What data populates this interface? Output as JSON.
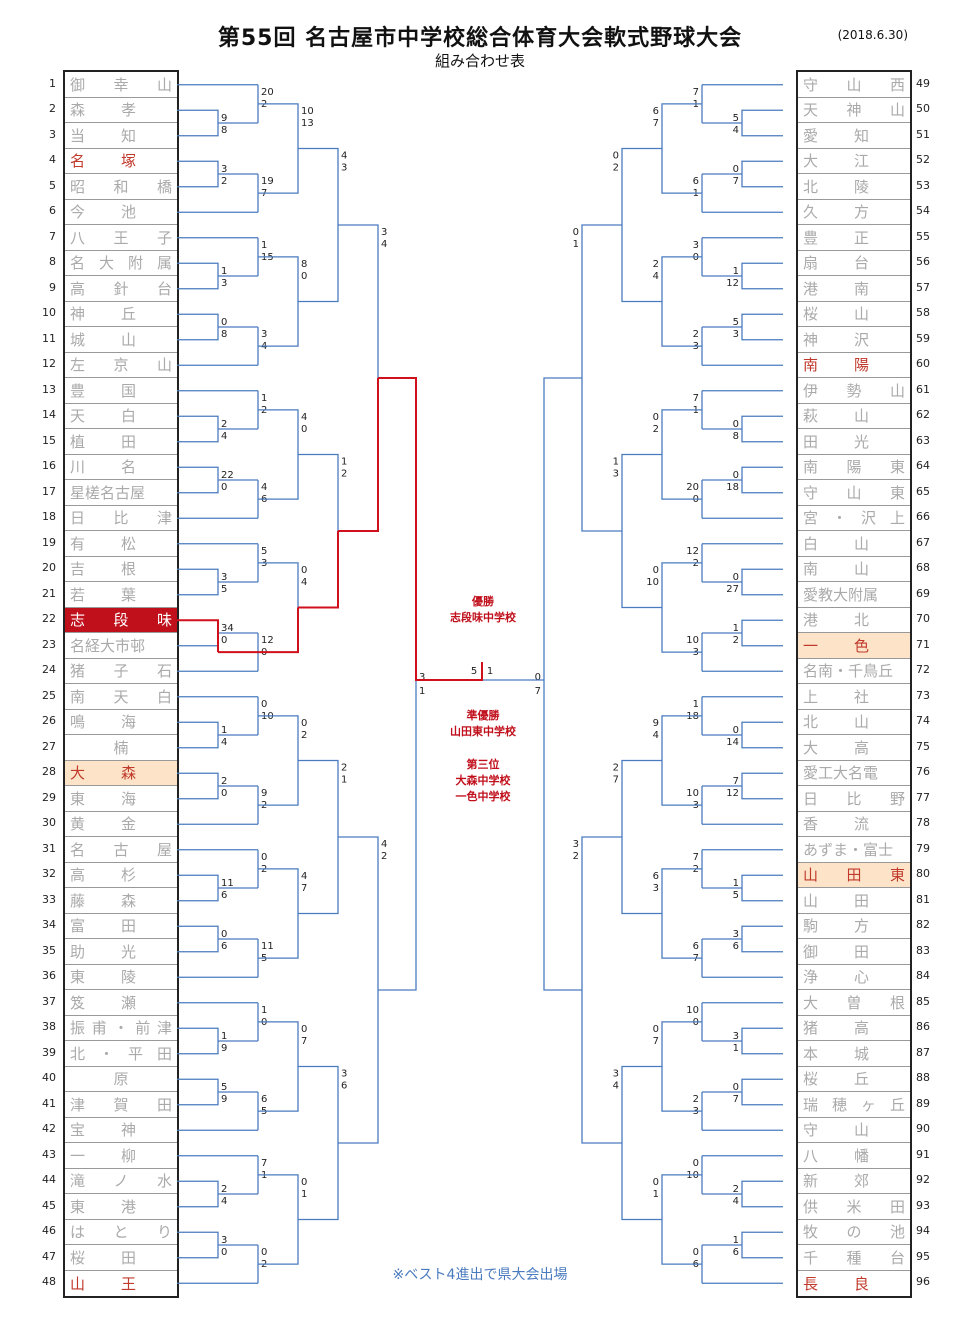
{
  "header": {
    "title": "第55回 名古屋市中学校総合体育大会軟式野球大会",
    "subtitle": "組み合わせ表",
    "date": "(2018.6.30)"
  },
  "results": {
    "champion_label": "優勝",
    "champion": "志段味中学校",
    "runnerup_label": "準優勝",
    "runnerup": "山田東中学校",
    "third_label": "第三位",
    "third_1": "大森中学校",
    "third_2": "一色中学校"
  },
  "note": "※ベスト4進出で県大会出場",
  "colors": {
    "line": "#4a7bbf",
    "win": "#d0101c"
  },
  "left_teams": [
    {
      "no": "1",
      "chars": [
        "御",
        "幸",
        "山"
      ],
      "style": ""
    },
    {
      "no": "2",
      "chars": [
        "森",
        "孝",
        ""
      ],
      "style": ""
    },
    {
      "no": "3",
      "chars": [
        "当",
        "知",
        ""
      ],
      "style": ""
    },
    {
      "no": "4",
      "chars": [
        "名",
        "塚",
        ""
      ],
      "style": "red"
    },
    {
      "no": "5",
      "chars": [
        "昭",
        "和",
        "橋"
      ],
      "style": ""
    },
    {
      "no": "6",
      "chars": [
        "今",
        "池",
        ""
      ],
      "style": ""
    },
    {
      "no": "7",
      "chars": [
        "八",
        "王",
        "子"
      ],
      "style": ""
    },
    {
      "no": "8",
      "chars": [
        "名",
        "大",
        "附",
        "属"
      ],
      "style": ""
    },
    {
      "no": "9",
      "chars": [
        "高",
        "針",
        "台"
      ],
      "style": ""
    },
    {
      "no": "10",
      "chars": [
        "神",
        "丘",
        ""
      ],
      "style": ""
    },
    {
      "no": "11",
      "chars": [
        "城",
        "山",
        ""
      ],
      "style": ""
    },
    {
      "no": "12",
      "chars": [
        "左",
        "京",
        "山"
      ],
      "style": ""
    },
    {
      "no": "13",
      "chars": [
        "豊",
        "国",
        ""
      ],
      "style": ""
    },
    {
      "no": "14",
      "chars": [
        "天",
        "白",
        ""
      ],
      "style": ""
    },
    {
      "no": "15",
      "chars": [
        "植",
        "田",
        ""
      ],
      "style": ""
    },
    {
      "no": "16",
      "chars": [
        "川",
        "名",
        ""
      ],
      "style": ""
    },
    {
      "no": "17",
      "chars": [
        "星槎名古屋"
      ],
      "style": ""
    },
    {
      "no": "18",
      "chars": [
        "日",
        "比",
        "津"
      ],
      "style": ""
    },
    {
      "no": "19",
      "chars": [
        "有",
        "松",
        ""
      ],
      "style": ""
    },
    {
      "no": "20",
      "chars": [
        "吉",
        "根",
        ""
      ],
      "style": ""
    },
    {
      "no": "21",
      "chars": [
        "若",
        "葉",
        ""
      ],
      "style": ""
    },
    {
      "no": "22",
      "chars": [
        "志",
        "段",
        "味"
      ],
      "style": "sel"
    },
    {
      "no": "23",
      "chars": [
        "名経大市邨"
      ],
      "style": ""
    },
    {
      "no": "24",
      "chars": [
        "猪",
        "子",
        "石"
      ],
      "style": ""
    },
    {
      "no": "25",
      "chars": [
        "南",
        "天",
        "白"
      ],
      "style": ""
    },
    {
      "no": "26",
      "chars": [
        "鳴",
        "海",
        ""
      ],
      "style": ""
    },
    {
      "no": "27",
      "chars": [
        "楠"
      ],
      "style": "ctr"
    },
    {
      "no": "28",
      "chars": [
        "大",
        "森",
        ""
      ],
      "style": "peach red"
    },
    {
      "no": "29",
      "chars": [
        "東",
        "海",
        ""
      ],
      "style": ""
    },
    {
      "no": "30",
      "chars": [
        "黄",
        "金",
        ""
      ],
      "style": ""
    },
    {
      "no": "31",
      "chars": [
        "名",
        "古",
        "屋"
      ],
      "style": ""
    },
    {
      "no": "32",
      "chars": [
        "高",
        "杉",
        ""
      ],
      "style": ""
    },
    {
      "no": "33",
      "chars": [
        "藤",
        "森",
        ""
      ],
      "style": ""
    },
    {
      "no": "34",
      "chars": [
        "富",
        "田",
        ""
      ],
      "style": ""
    },
    {
      "no": "35",
      "chars": [
        "助",
        "光",
        ""
      ],
      "style": ""
    },
    {
      "no": "36",
      "chars": [
        "東",
        "陵",
        ""
      ],
      "style": ""
    },
    {
      "no": "37",
      "chars": [
        "笈",
        "瀬",
        ""
      ],
      "style": ""
    },
    {
      "no": "38",
      "chars": [
        "振",
        "甫",
        "・",
        "前",
        "津"
      ],
      "style": ""
    },
    {
      "no": "39",
      "chars": [
        "北",
        "・",
        "平",
        "田"
      ],
      "style": ""
    },
    {
      "no": "40",
      "chars": [
        "原"
      ],
      "style": "ctr"
    },
    {
      "no": "41",
      "chars": [
        "津",
        "賀",
        "田"
      ],
      "style": ""
    },
    {
      "no": "42",
      "chars": [
        "宝",
        "神",
        ""
      ],
      "style": ""
    },
    {
      "no": "43",
      "chars": [
        "一",
        "柳",
        ""
      ],
      "style": ""
    },
    {
      "no": "44",
      "chars": [
        "滝",
        "ノ",
        "水"
      ],
      "style": ""
    },
    {
      "no": "45",
      "chars": [
        "東",
        "港",
        ""
      ],
      "style": ""
    },
    {
      "no": "46",
      "chars": [
        "は",
        "と",
        "り"
      ],
      "style": ""
    },
    {
      "no": "47",
      "chars": [
        "桜",
        "田",
        ""
      ],
      "style": ""
    },
    {
      "no": "48",
      "chars": [
        "山",
        "王",
        ""
      ],
      "style": "red"
    }
  ],
  "right_teams": [
    {
      "no": "49",
      "chars": [
        "守",
        "山",
        "西"
      ],
      "style": ""
    },
    {
      "no": "50",
      "chars": [
        "天",
        "神",
        "山"
      ],
      "style": ""
    },
    {
      "no": "51",
      "chars": [
        "愛",
        "知",
        ""
      ],
      "style": ""
    },
    {
      "no": "52",
      "chars": [
        "大",
        "江",
        ""
      ],
      "style": ""
    },
    {
      "no": "53",
      "chars": [
        "北",
        "陵",
        ""
      ],
      "style": ""
    },
    {
      "no": "54",
      "chars": [
        "久",
        "方",
        ""
      ],
      "style": ""
    },
    {
      "no": "55",
      "chars": [
        "豊",
        "正",
        ""
      ],
      "style": ""
    },
    {
      "no": "56",
      "chars": [
        "扇",
        "台",
        ""
      ],
      "style": ""
    },
    {
      "no": "57",
      "chars": [
        "港",
        "南",
        ""
      ],
      "style": ""
    },
    {
      "no": "58",
      "chars": [
        "桜",
        "山",
        ""
      ],
      "style": ""
    },
    {
      "no": "59",
      "chars": [
        "神",
        "沢",
        ""
      ],
      "style": ""
    },
    {
      "no": "60",
      "chars": [
        "南",
        "陽",
        ""
      ],
      "style": "red"
    },
    {
      "no": "61",
      "chars": [
        "伊",
        "勢",
        "山"
      ],
      "style": ""
    },
    {
      "no": "62",
      "chars": [
        "萩",
        "山",
        ""
      ],
      "style": ""
    },
    {
      "no": "63",
      "chars": [
        "田",
        "光",
        ""
      ],
      "style": ""
    },
    {
      "no": "64",
      "chars": [
        "南",
        "陽",
        "東"
      ],
      "style": ""
    },
    {
      "no": "65",
      "chars": [
        "守",
        "山",
        "東"
      ],
      "style": ""
    },
    {
      "no": "66",
      "chars": [
        "宮",
        "・",
        "沢",
        "上"
      ],
      "style": ""
    },
    {
      "no": "67",
      "chars": [
        "白",
        "山",
        ""
      ],
      "style": ""
    },
    {
      "no": "68",
      "chars": [
        "南",
        "山",
        ""
      ],
      "style": ""
    },
    {
      "no": "69",
      "chars": [
        "愛教大附属"
      ],
      "style": ""
    },
    {
      "no": "70",
      "chars": [
        "港",
        "北",
        ""
      ],
      "style": ""
    },
    {
      "no": "71",
      "chars": [
        "一",
        "色",
        ""
      ],
      "style": "peach red"
    },
    {
      "no": "72",
      "chars": [
        "名南・千鳥丘"
      ],
      "style": ""
    },
    {
      "no": "73",
      "chars": [
        "上",
        "社",
        ""
      ],
      "style": ""
    },
    {
      "no": "74",
      "chars": [
        "北",
        "山",
        ""
      ],
      "style": ""
    },
    {
      "no": "75",
      "chars": [
        "大",
        "高",
        ""
      ],
      "style": ""
    },
    {
      "no": "76",
      "chars": [
        "愛工大名電"
      ],
      "style": ""
    },
    {
      "no": "77",
      "chars": [
        "日",
        "比",
        "野"
      ],
      "style": ""
    },
    {
      "no": "78",
      "chars": [
        "香",
        "流",
        ""
      ],
      "style": ""
    },
    {
      "no": "79",
      "chars": [
        "あずま・富士"
      ],
      "style": ""
    },
    {
      "no": "80",
      "chars": [
        "山",
        "田",
        "東"
      ],
      "style": "peach red"
    },
    {
      "no": "81",
      "chars": [
        "山",
        "田",
        ""
      ],
      "style": ""
    },
    {
      "no": "82",
      "chars": [
        "駒",
        "方",
        ""
      ],
      "style": ""
    },
    {
      "no": "83",
      "chars": [
        "御",
        "田",
        ""
      ],
      "style": ""
    },
    {
      "no": "84",
      "chars": [
        "浄",
        "心",
        ""
      ],
      "style": ""
    },
    {
      "no": "85",
      "chars": [
        "大",
        "曽",
        "根"
      ],
      "style": ""
    },
    {
      "no": "86",
      "chars": [
        "猪",
        "高",
        ""
      ],
      "style": ""
    },
    {
      "no": "87",
      "chars": [
        "本",
        "城",
        ""
      ],
      "style": ""
    },
    {
      "no": "88",
      "chars": [
        "桜",
        "丘",
        ""
      ],
      "style": ""
    },
    {
      "no": "89",
      "chars": [
        "瑞",
        "穂",
        "ヶ",
        "丘"
      ],
      "style": ""
    },
    {
      "no": "90",
      "chars": [
        "守",
        "山",
        ""
      ],
      "style": ""
    },
    {
      "no": "91",
      "chars": [
        "八",
        "幡",
        ""
      ],
      "style": ""
    },
    {
      "no": "92",
      "chars": [
        "新",
        "郊",
        ""
      ],
      "style": ""
    },
    {
      "no": "93",
      "chars": [
        "供",
        "米",
        "田"
      ],
      "style": ""
    },
    {
      "no": "94",
      "chars": [
        "牧",
        "の",
        "池"
      ],
      "style": ""
    },
    {
      "no": "95",
      "chars": [
        "千",
        "種",
        "台"
      ],
      "style": ""
    },
    {
      "no": "96",
      "chars": [
        "長",
        "良",
        ""
      ],
      "style": "red"
    }
  ],
  "left_r1_scores": [
    [
      "9",
      "8"
    ],
    [
      "20",
      "2"
    ],
    [
      "3",
      "2"
    ],
    [
      "19",
      "7"
    ],
    [
      "1",
      "3"
    ],
    [
      "1",
      "15"
    ],
    [
      "0",
      "8"
    ],
    [
      "3",
      "4"
    ],
    [
      "2",
      "4"
    ],
    [
      "1",
      "2"
    ],
    [
      "22",
      "0"
    ],
    [
      "4",
      "6"
    ],
    [
      "3",
      "5"
    ],
    [
      "5",
      "3"
    ],
    [
      "34",
      "0"
    ],
    [
      "12",
      "0"
    ],
    [
      "1",
      "4"
    ],
    [
      "0",
      "10"
    ],
    [
      "2",
      "0"
    ],
    [
      "9",
      "2"
    ],
    [
      "11",
      "6"
    ],
    [
      "0",
      "2"
    ],
    [
      "0",
      "6"
    ],
    [
      "11",
      "5"
    ],
    [
      "1",
      "9"
    ],
    [
      "1",
      "0"
    ],
    [
      "5",
      "9"
    ],
    [
      "6",
      "5"
    ],
    [
      "2",
      "4"
    ],
    [
      "7",
      "1"
    ],
    [
      "3",
      "0"
    ],
    [
      "0",
      "2"
    ]
  ],
  "left_r2_scores": [
    [
      "10",
      "13"
    ],
    [
      "8",
      "0"
    ],
    [
      "4",
      "0"
    ],
    [
      "0",
      "4"
    ],
    [
      "0",
      "2"
    ],
    [
      "4",
      "7"
    ],
    [
      "0",
      "7"
    ],
    [
      "0",
      "1"
    ]
  ],
  "left_r3_scores": [
    [
      "4",
      "3"
    ],
    [
      "1",
      "2"
    ],
    [
      "2",
      "1"
    ],
    [
      "3",
      "6"
    ]
  ],
  "left_r4_scores": [
    [
      "3",
      "4"
    ],
    [
      "4",
      "2"
    ]
  ],
  "left_sf_score": [
    "3",
    "1"
  ],
  "right_r1_scores": [
    [
      "5",
      "4"
    ],
    [
      "7",
      "1"
    ],
    [
      "0",
      "7"
    ],
    [
      "6",
      "1"
    ],
    [
      "1",
      "12"
    ],
    [
      "3",
      "0"
    ],
    [
      "5",
      "3"
    ],
    [
      "2",
      "3"
    ],
    [
      "0",
      "8"
    ],
    [
      "7",
      "1"
    ],
    [
      "0",
      "18"
    ],
    [
      "20",
      "0"
    ],
    [
      "0",
      "27"
    ],
    [
      "12",
      "2"
    ],
    [
      "1",
      "2"
    ],
    [
      "10",
      "3"
    ],
    [
      "0",
      "14"
    ],
    [
      "1",
      "18"
    ],
    [
      "7",
      "12"
    ],
    [
      "10",
      "3"
    ],
    [
      "1",
      "5"
    ],
    [
      "7",
      "2"
    ],
    [
      "3",
      "6"
    ],
    [
      "6",
      "7"
    ],
    [
      "3",
      "1"
    ],
    [
      "10",
      "0"
    ],
    [
      "0",
      "7"
    ],
    [
      "2",
      "3"
    ],
    [
      "2",
      "4"
    ],
    [
      "0",
      "10"
    ],
    [
      "1",
      "6"
    ],
    [
      "0",
      "6"
    ]
  ],
  "right_r2_scores": [
    [
      "6",
      "7"
    ],
    [
      "2",
      "4"
    ],
    [
      "0",
      "2"
    ],
    [
      "0",
      "10"
    ],
    [
      "9",
      "4"
    ],
    [
      "6",
      "3"
    ],
    [
      "0",
      "7"
    ],
    [
      "0",
      "1"
    ]
  ],
  "right_r3_scores": [
    [
      "0",
      "2"
    ],
    [
      "1",
      "3"
    ],
    [
      "2",
      "7"
    ],
    [
      "3",
      "4"
    ]
  ],
  "right_r4_scores": [
    [
      "0",
      "1"
    ],
    [
      "3",
      "2"
    ]
  ],
  "right_sf_score": [
    "0",
    "7"
  ],
  "final_score": [
    "5",
    "1"
  ]
}
